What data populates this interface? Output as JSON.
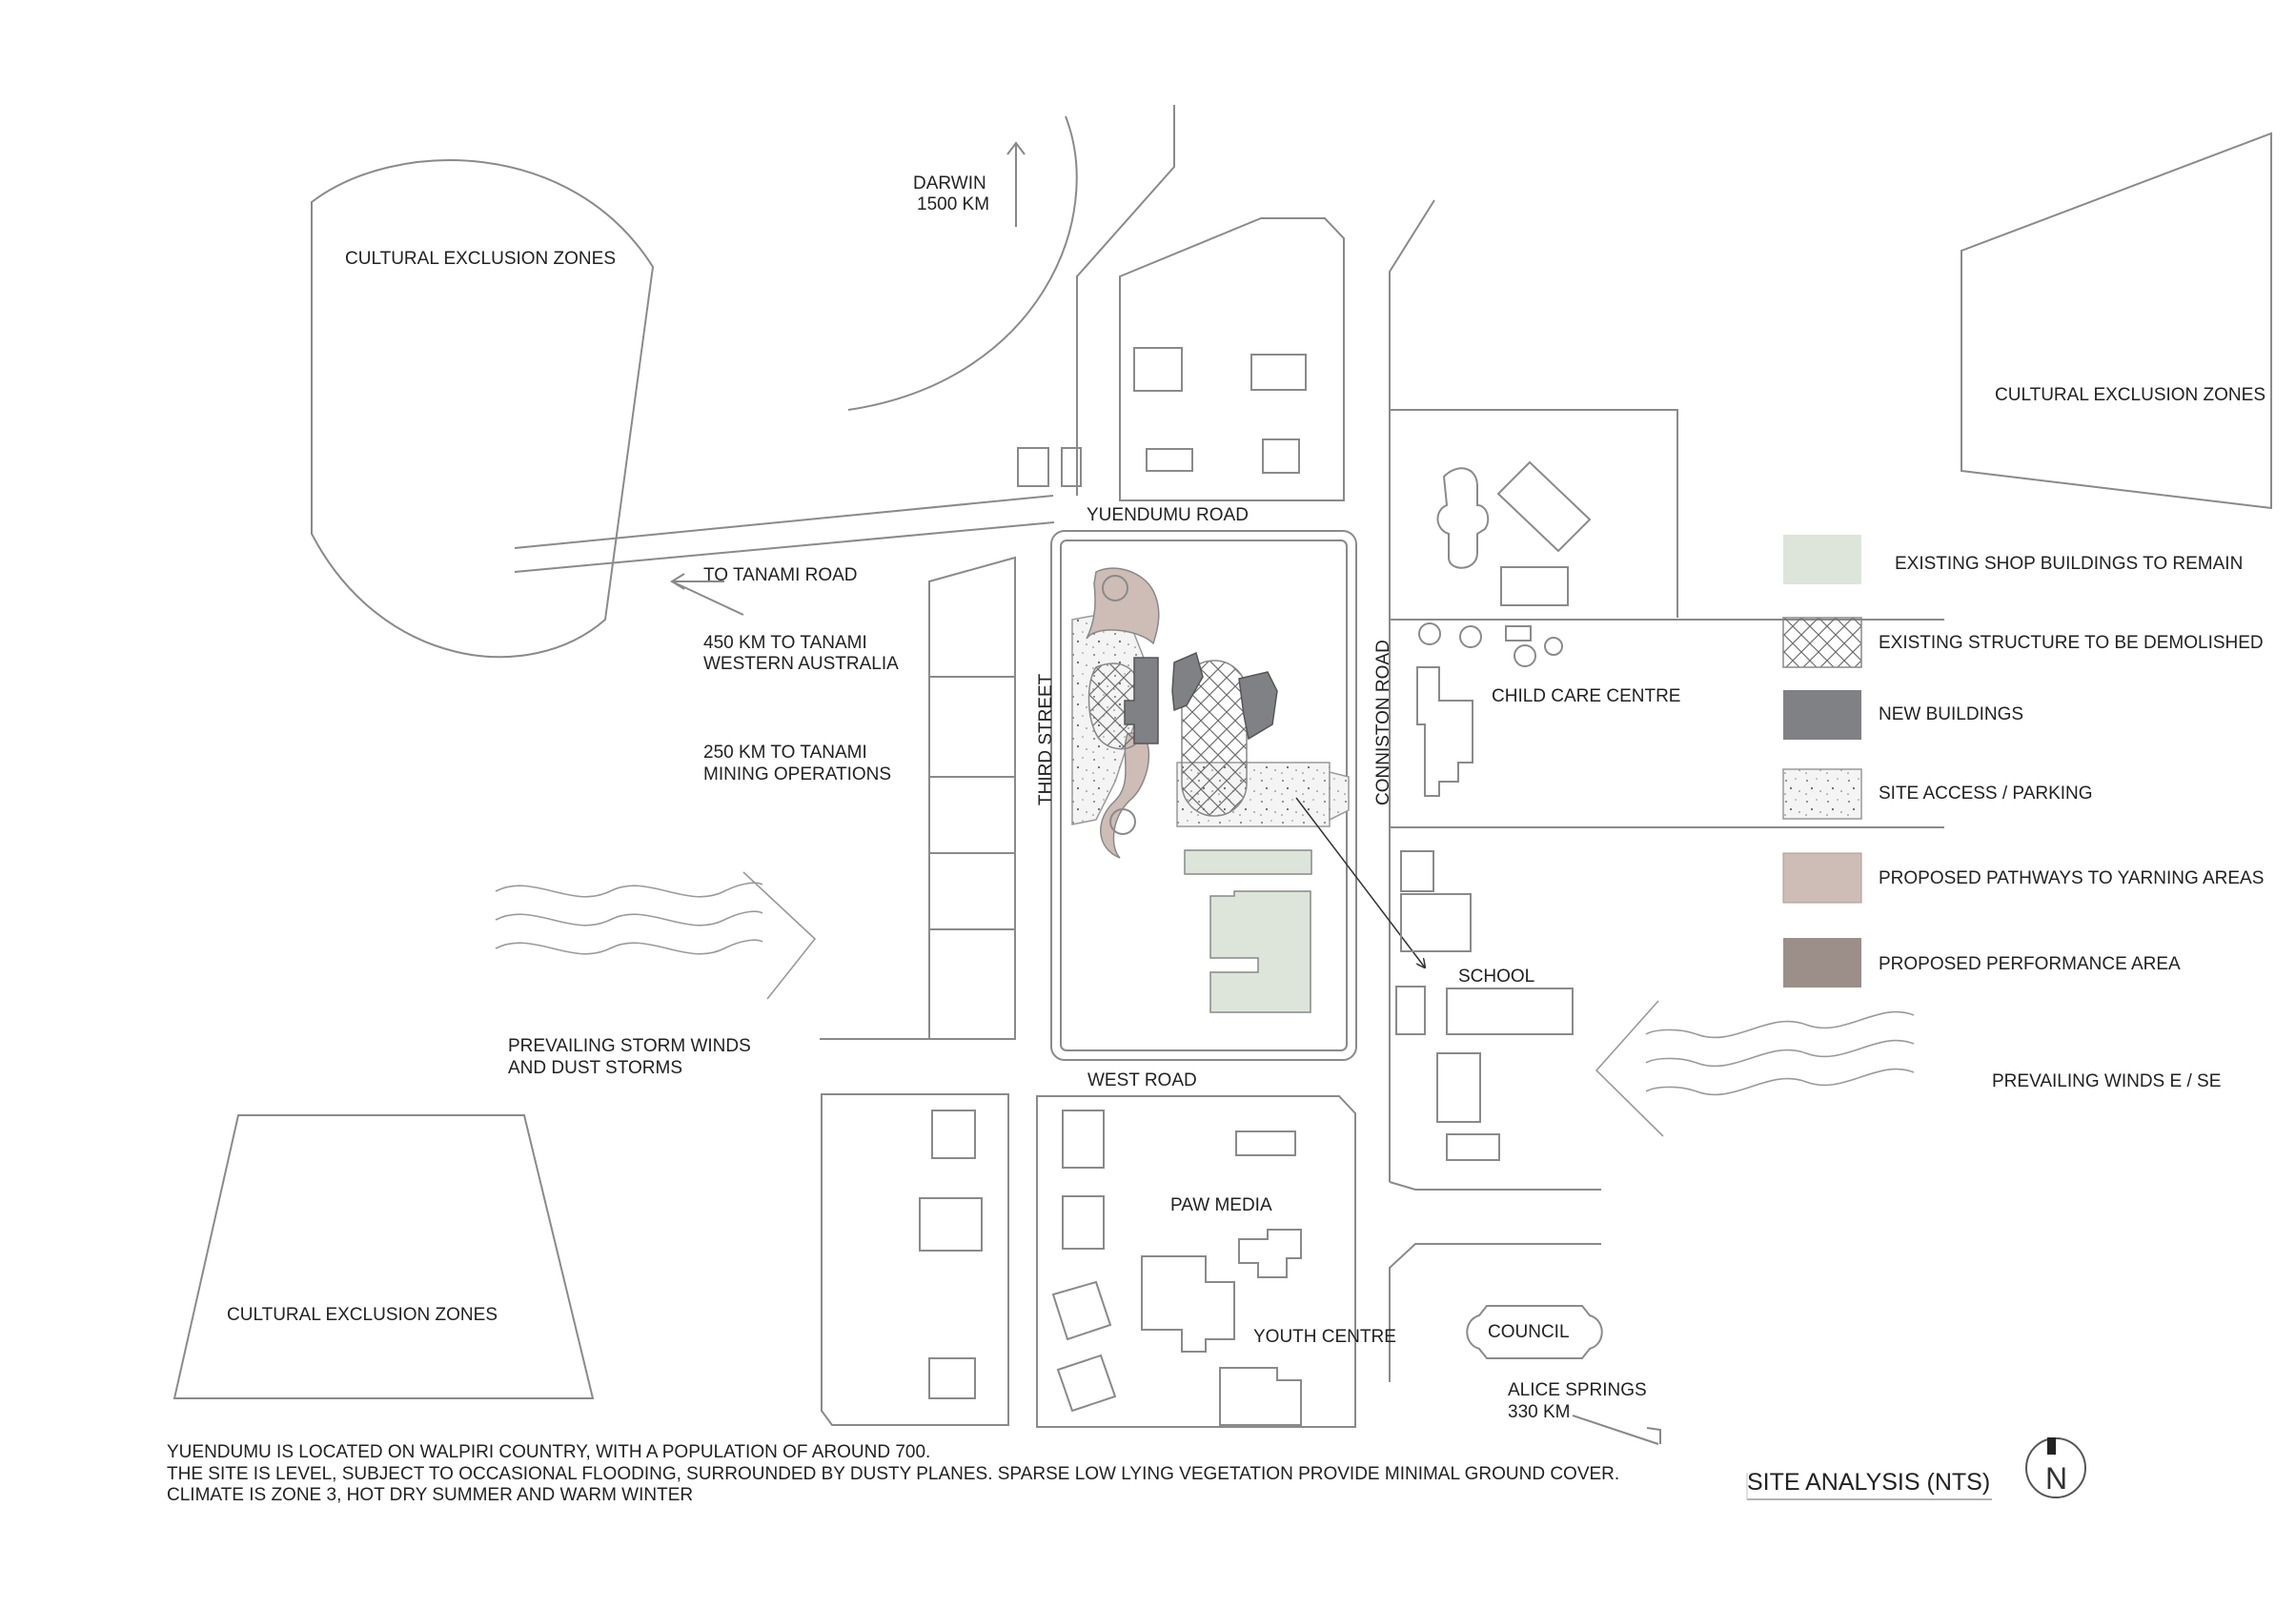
{
  "title": "SITE ANALYSIS (NTS)",
  "north_symbol": "N",
  "colors": {
    "existing_shop": "#dde5da",
    "new_buildings": "#808184",
    "pathways": "#cdbdb6",
    "performance": "#9c8e89",
    "lines": "#8a8a8a"
  },
  "labels": {
    "darwin": "DARWIN",
    "darwin_km": "1500 KM",
    "cez_top_left": "CULTURAL EXCLUSION ZONES",
    "cez_top_right": "CULTURAL EXCLUSION ZONES",
    "cez_bottom_left": "CULTURAL EXCLUSION ZONES",
    "yuendumu_road": "YUENDUMU ROAD",
    "to_tanami": "TO TANAMI ROAD",
    "tanami_450_1": "450 KM TO TANAMI",
    "tanami_450_2": "WESTERN AUSTRALIA",
    "tanami_250_1": "250 KM TO TANAMI",
    "tanami_250_2": "MINING OPERATIONS",
    "third_street": "THIRD STREET",
    "conniston_road": "CONNISTON ROAD",
    "west_road": "WEST ROAD",
    "child_care": "CHILD CARE CENTRE",
    "school": "SCHOOL",
    "storm_winds_1": "PREVAILING STORM WINDS",
    "storm_winds_2": "AND DUST STORMS",
    "winds_ese": "PREVAILING WINDS E / SE",
    "paw_media": "PAW MEDIA",
    "youth_centre": "YOUTH CENTRE",
    "council": "COUNCIL",
    "alice_springs": "ALICE SPRINGS",
    "alice_km": "330 KM"
  },
  "legend": [
    {
      "label": "EXISTING SHOP BUILDINGS TO REMAIN",
      "pattern": "existing-shop"
    },
    {
      "label": "EXISTING STRUCTURE TO BE DEMOLISHED",
      "pattern": "crosshatch"
    },
    {
      "label": "NEW BUILDINGS",
      "pattern": "new-buildings"
    },
    {
      "label": "SITE ACCESS / PARKING",
      "pattern": "stipple"
    },
    {
      "label": "PROPOSED PATHWAYS TO YARNING AREAS",
      "pattern": "pathways"
    },
    {
      "label": "PROPOSED PERFORMANCE AREA",
      "pattern": "performance"
    }
  ],
  "notes": [
    "YUENDUMU IS LOCATED ON WALPIRI COUNTRY, WITH A POPULATION OF AROUND 700.",
    "THE SITE IS LEVEL, SUBJECT TO OCCASIONAL FLOODING, SURROUNDED BY DUSTY PLANES.  SPARSE LOW LYING VEGETATION PROVIDE MINIMAL GROUND COVER.",
    "CLIMATE IS ZONE 3, HOT DRY SUMMER AND WARM WINTER"
  ]
}
